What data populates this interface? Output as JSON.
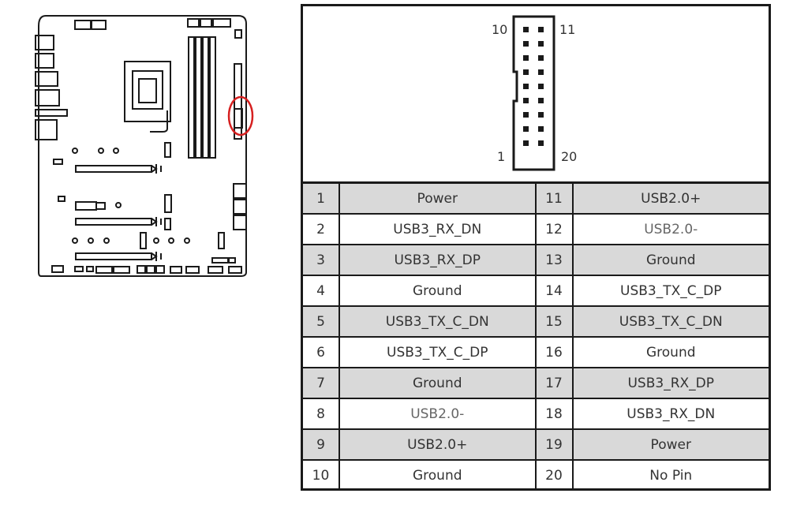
{
  "diagram": {
    "labels": {
      "top_left": "10",
      "top_right": "11",
      "bottom_left": "1",
      "bottom_right": "20"
    }
  },
  "rows": [
    {
      "pin_a": "1",
      "signal_a": "Power",
      "pin_b": "11",
      "signal_b": "USB2.0+"
    },
    {
      "pin_a": "2",
      "signal_a": "USB3_RX_DN",
      "pin_b": "12",
      "signal_b": "USB2.0-"
    },
    {
      "pin_a": "3",
      "signal_a": "USB3_RX_DP",
      "pin_b": "13",
      "signal_b": "Ground"
    },
    {
      "pin_a": "4",
      "signal_a": "Ground",
      "pin_b": "14",
      "signal_b": "USB3_TX_C_DP"
    },
    {
      "pin_a": "5",
      "signal_a": "USB3_TX_C_DN",
      "pin_b": "15",
      "signal_b": "USB3_TX_C_DN"
    },
    {
      "pin_a": "6",
      "signal_a": "USB3_TX_C_DP",
      "pin_b": "16",
      "signal_b": "Ground"
    },
    {
      "pin_a": "7",
      "signal_a": "Ground",
      "pin_b": "17",
      "signal_b": "USB3_RX_DP"
    },
    {
      "pin_a": "8",
      "signal_a": "USB2.0-",
      "pin_b": "18",
      "signal_b": "USB3_RX_DN"
    },
    {
      "pin_a": "9",
      "signal_a": "USB2.0+",
      "pin_b": "19",
      "signal_b": "Power"
    },
    {
      "pin_a": "10",
      "signal_a": "Ground",
      "pin_b": "20",
      "signal_b": "No Pin"
    }
  ],
  "colors": {
    "highlight_ring": "#d62020",
    "outline": "#1a1a1a",
    "row_shade": "#d9d9d9"
  }
}
